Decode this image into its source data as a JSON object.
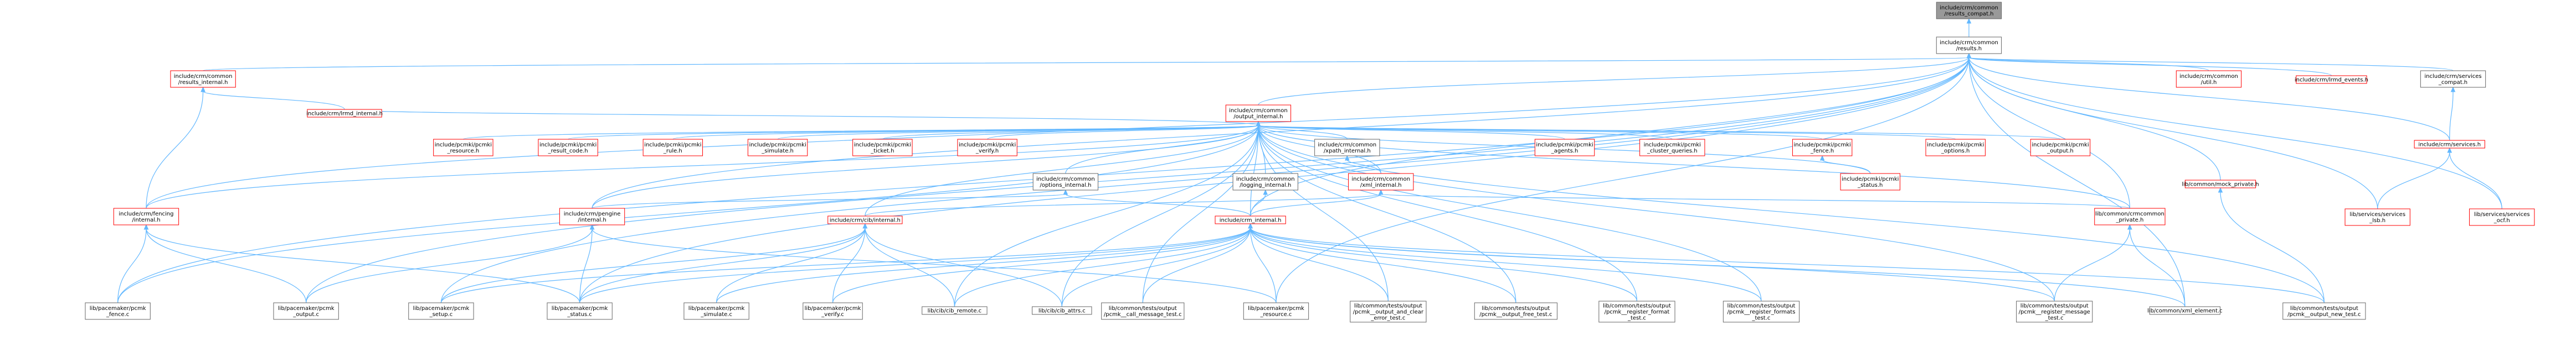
{
  "colors": {
    "edge": "#63b8ff",
    "node_border_default": "#666666",
    "node_border_red": "#ff0000",
    "node_text": "#000000",
    "node_fill": "#ffffff",
    "root_fill": "#999999"
  },
  "nodes": [
    {
      "id": "root",
      "lines": [
        "include/crm/common",
        "/results_compat.h"
      ],
      "style": "root"
    },
    {
      "id": "results",
      "lines": [
        "include/crm/common",
        "/results.h"
      ],
      "style": "gray"
    },
    {
      "id": "results_internal",
      "lines": [
        "include/crm/common",
        "/results_internal.h"
      ],
      "style": "red"
    },
    {
      "id": "output_internal",
      "lines": [
        "include/crm/common",
        "/output_internal.h"
      ],
      "style": "red"
    },
    {
      "id": "util",
      "lines": [
        "include/crm/common",
        "/util.h"
      ],
      "style": "red"
    },
    {
      "id": "lrmd_events",
      "lines": [
        "include/crm/lrmd_events.h"
      ],
      "style": "red"
    },
    {
      "id": "services_compat",
      "lines": [
        "include/crm/services",
        "_compat.h"
      ],
      "style": "gray"
    },
    {
      "id": "lrmd_internal",
      "lines": [
        "include/crm/lrmd_internal.h"
      ],
      "style": "red"
    },
    {
      "id": "pcmki_resource",
      "lines": [
        "include/pcmki/pcmki",
        "_resource.h"
      ],
      "style": "red"
    },
    {
      "id": "pcmki_result_code",
      "lines": [
        "include/pcmki/pcmki",
        "_result_code.h"
      ],
      "style": "red"
    },
    {
      "id": "pcmki_rule",
      "lines": [
        "include/pcmki/pcmki",
        "_rule.h"
      ],
      "style": "red"
    },
    {
      "id": "pcmki_simulate",
      "lines": [
        "include/pcmki/pcmki",
        "_simulate.h"
      ],
      "style": "red"
    },
    {
      "id": "pcmki_ticket",
      "lines": [
        "include/pcmki/pcmki",
        "_ticket.h"
      ],
      "style": "red"
    },
    {
      "id": "pcmki_verify",
      "lines": [
        "include/pcmki/pcmki",
        "_verify.h"
      ],
      "style": "red"
    },
    {
      "id": "xpath_internal",
      "lines": [
        "include/crm/common",
        "/xpath_internal.h"
      ],
      "style": "gray"
    },
    {
      "id": "pcmki_agents",
      "lines": [
        "include/pcmki/pcmki",
        "_agents.h"
      ],
      "style": "red"
    },
    {
      "id": "pcmki_cluster_queries",
      "lines": [
        "include/pcmki/pcmki",
        "_cluster_queries.h"
      ],
      "style": "red"
    },
    {
      "id": "pcmki_fence",
      "lines": [
        "include/pcmki/pcmki",
        "_fence.h"
      ],
      "style": "red"
    },
    {
      "id": "pcmki_options",
      "lines": [
        "include/pcmki/pcmki",
        "_options.h"
      ],
      "style": "red"
    },
    {
      "id": "pcmki_output",
      "lines": [
        "include/pcmki/pcmki",
        "_output.h"
      ],
      "style": "red"
    },
    {
      "id": "services",
      "lines": [
        "include/crm/services.h"
      ],
      "style": "red"
    },
    {
      "id": "mock_private",
      "lines": [
        "lib/common/mock_private.h"
      ],
      "style": "red"
    },
    {
      "id": "pcmki_status",
      "lines": [
        "include/pcmki/pcmki",
        "_status.h"
      ],
      "style": "red"
    },
    {
      "id": "options_internal",
      "lines": [
        "include/crm/common",
        "/options_internal.h"
      ],
      "style": "gray"
    },
    {
      "id": "logging_internal",
      "lines": [
        "include/crm/common",
        "/logging_internal.h"
      ],
      "style": "gray"
    },
    {
      "id": "xml_internal",
      "lines": [
        "include/crm/common",
        "/xml_internal.h"
      ],
      "style": "red"
    },
    {
      "id": "services_lsb",
      "lines": [
        "lib/services/services",
        "_lsb.h"
      ],
      "style": "red"
    },
    {
      "id": "services_ocf",
      "lines": [
        "lib/services/services",
        "_ocf.h"
      ],
      "style": "red"
    },
    {
      "id": "fencing_internal",
      "lines": [
        "include/crm/fencing",
        "/internal.h"
      ],
      "style": "red"
    },
    {
      "id": "pengine_internal",
      "lines": [
        "include/crm/pengine",
        "/internal.h"
      ],
      "style": "red"
    },
    {
      "id": "cib_internal",
      "lines": [
        "include/crm/cib/internal.h"
      ],
      "style": "red"
    },
    {
      "id": "crm_internal",
      "lines": [
        "include/crm_internal.h"
      ],
      "style": "red"
    },
    {
      "id": "crmcommon_private",
      "lines": [
        "lib/common/crmcommon",
        "_private.h"
      ],
      "style": "red"
    },
    {
      "id": "pcmk_fence",
      "lines": [
        "lib/pacemaker/pcmk",
        "_fence.c"
      ],
      "style": "gray"
    },
    {
      "id": "pcmk_output",
      "lines": [
        "lib/pacemaker/pcmk",
        "_output.c"
      ],
      "style": "gray"
    },
    {
      "id": "pcmk_setup",
      "lines": [
        "lib/pacemaker/pcmk",
        "_setup.c"
      ],
      "style": "gray"
    },
    {
      "id": "pcmk_status",
      "lines": [
        "lib/pacemaker/pcmk",
        "_status.c"
      ],
      "style": "gray"
    },
    {
      "id": "pcmk_simulate",
      "lines": [
        "lib/pacemaker/pcmk",
        "_simulate.c"
      ],
      "style": "gray"
    },
    {
      "id": "pcmk_verify",
      "lines": [
        "lib/pacemaker/pcmk",
        "_verify.c"
      ],
      "style": "gray"
    },
    {
      "id": "cib_remote",
      "lines": [
        "lib/cib/cib_remote.c"
      ],
      "style": "gray"
    },
    {
      "id": "cib_attrs",
      "lines": [
        "lib/cib/cib_attrs.c"
      ],
      "style": "gray"
    },
    {
      "id": "call_message_test",
      "lines": [
        "lib/common/tests/output",
        "/pcmk__call_message_test.c"
      ],
      "style": "gray"
    },
    {
      "id": "pcmk_resource",
      "lines": [
        "lib/pacemaker/pcmk",
        "_resource.c"
      ],
      "style": "gray"
    },
    {
      "id": "output_and_clear",
      "lines": [
        "lib/common/tests/output",
        "/pcmk__output_and_clear",
        "_error_test.c"
      ],
      "style": "gray"
    },
    {
      "id": "output_free_test",
      "lines": [
        "lib/common/tests/output",
        "/pcmk__output_free_test.c"
      ],
      "style": "gray"
    },
    {
      "id": "register_format_test",
      "lines": [
        "lib/common/tests/output",
        "/pcmk__register_format",
        "_test.c"
      ],
      "style": "gray"
    },
    {
      "id": "register_formats_test",
      "lines": [
        "lib/common/tests/output",
        "/pcmk__register_formats",
        "_test.c"
      ],
      "style": "gray"
    },
    {
      "id": "register_message_test",
      "lines": [
        "lib/common/tests/output",
        "/pcmk__register_message",
        "_test.c"
      ],
      "style": "gray"
    },
    {
      "id": "xml_element",
      "lines": [
        "lib/common/xml_element.c"
      ],
      "style": "gray"
    },
    {
      "id": "output_new_test",
      "lines": [
        "lib/common/tests/output",
        "/pcmk__output_new_test.c"
      ],
      "style": "gray"
    }
  ],
  "edges": [
    [
      "root",
      "results"
    ],
    [
      "results",
      "results_internal"
    ],
    [
      "results",
      "output_internal"
    ],
    [
      "results",
      "util"
    ],
    [
      "results",
      "lrmd_events"
    ],
    [
      "results",
      "services_compat"
    ],
    [
      "results",
      "services"
    ],
    [
      "results",
      "mock_private"
    ],
    [
      "results",
      "crmcommon_private"
    ],
    [
      "results",
      "pengine_internal"
    ],
    [
      "results",
      "fencing_internal"
    ],
    [
      "results",
      "crm_internal"
    ],
    [
      "results",
      "services_lsb"
    ],
    [
      "results",
      "services_ocf"
    ],
    [
      "results",
      "pcmk_fence"
    ],
    [
      "results",
      "pcmk_output"
    ],
    [
      "results",
      "pcmk_setup"
    ],
    [
      "results",
      "pcmk_status"
    ],
    [
      "results",
      "pcmk_resource"
    ],
    [
      "results",
      "xml_element"
    ],
    [
      "results_internal",
      "lrmd_internal"
    ],
    [
      "results_internal",
      "fencing_internal"
    ],
    [
      "output_internal",
      "lrmd_internal"
    ],
    [
      "output_internal",
      "pcmki_resource"
    ],
    [
      "output_internal",
      "pcmki_result_code"
    ],
    [
      "output_internal",
      "pcmki_rule"
    ],
    [
      "output_internal",
      "pcmki_simulate"
    ],
    [
      "output_internal",
      "pcmki_ticket"
    ],
    [
      "output_internal",
      "pcmki_verify"
    ],
    [
      "output_internal",
      "xpath_internal"
    ],
    [
      "output_internal",
      "pcmki_agents"
    ],
    [
      "output_internal",
      "pcmki_cluster_queries"
    ],
    [
      "output_internal",
      "pcmki_fence"
    ],
    [
      "output_internal",
      "pcmki_options"
    ],
    [
      "output_internal",
      "pcmki_output"
    ],
    [
      "output_internal",
      "pcmki_status"
    ],
    [
      "output_internal",
      "options_internal"
    ],
    [
      "output_internal",
      "logging_internal"
    ],
    [
      "output_internal",
      "xml_internal"
    ],
    [
      "output_internal",
      "fencing_internal"
    ],
    [
      "output_internal",
      "pengine_internal"
    ],
    [
      "output_internal",
      "cib_internal"
    ],
    [
      "output_internal",
      "crm_internal"
    ],
    [
      "output_internal",
      "crmcommon_private"
    ],
    [
      "output_internal",
      "pcmk_fence"
    ],
    [
      "output_internal",
      "call_message_test"
    ],
    [
      "output_internal",
      "output_and_clear"
    ],
    [
      "output_internal",
      "output_free_test"
    ],
    [
      "output_internal",
      "register_format_test"
    ],
    [
      "output_internal",
      "register_formats_test"
    ],
    [
      "output_internal",
      "register_message_test"
    ],
    [
      "output_internal",
      "output_new_test"
    ],
    [
      "output_internal",
      "cib_remote"
    ],
    [
      "output_internal",
      "cib_attrs"
    ],
    [
      "services_compat",
      "services"
    ],
    [
      "services",
      "services_lsb"
    ],
    [
      "services",
      "services_ocf"
    ],
    [
      "mock_private",
      "output_new_test"
    ],
    [
      "pcmki_fence",
      "pcmki_status"
    ],
    [
      "xpath_internal",
      "xml_internal"
    ],
    [
      "options_internal",
      "pengine_internal"
    ],
    [
      "options_internal",
      "crm_internal"
    ],
    [
      "logging_internal",
      "crm_internal"
    ],
    [
      "xml_internal",
      "crm_internal"
    ],
    [
      "xml_internal",
      "crmcommon_private"
    ],
    [
      "xml_internal",
      "cib_internal"
    ],
    [
      "fencing_internal",
      "pcmk_fence"
    ],
    [
      "fencing_internal",
      "pcmk_output"
    ],
    [
      "fencing_internal",
      "pcmk_status"
    ],
    [
      "pengine_internal",
      "pcmk_output"
    ],
    [
      "pengine_internal",
      "pcmk_status"
    ],
    [
      "pengine_internal",
      "pcmk_resource"
    ],
    [
      "cib_internal",
      "pcmk_setup"
    ],
    [
      "cib_internal",
      "pcmk_status"
    ],
    [
      "cib_internal",
      "pcmk_simulate"
    ],
    [
      "cib_internal",
      "pcmk_verify"
    ],
    [
      "cib_internal",
      "cib_remote"
    ],
    [
      "cib_internal",
      "cib_attrs"
    ],
    [
      "crm_internal",
      "pcmk_setup"
    ],
    [
      "crm_internal",
      "pcmk_status"
    ],
    [
      "crm_internal",
      "pcmk_simulate"
    ],
    [
      "crm_internal",
      "pcmk_verify"
    ],
    [
      "crm_internal",
      "cib_remote"
    ],
    [
      "crm_internal",
      "cib_attrs"
    ],
    [
      "crm_internal",
      "call_message_test"
    ],
    [
      "crm_internal",
      "pcmk_resource"
    ],
    [
      "crm_internal",
      "output_and_clear"
    ],
    [
      "crm_internal",
      "output_free_test"
    ],
    [
      "crm_internal",
      "register_format_test"
    ],
    [
      "crm_internal",
      "register_formats_test"
    ],
    [
      "crm_internal",
      "register_message_test"
    ],
    [
      "crm_internal",
      "xml_element"
    ],
    [
      "crm_internal",
      "output_new_test"
    ],
    [
      "crmcommon_private",
      "register_message_test"
    ],
    [
      "crmcommon_private",
      "xml_element"
    ]
  ]
}
